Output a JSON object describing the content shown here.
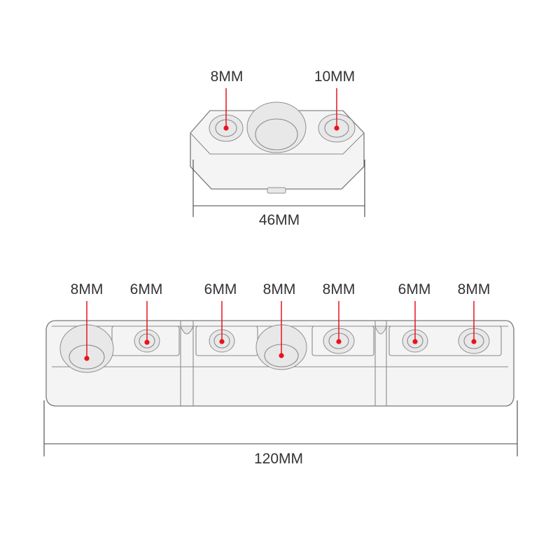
{
  "top_part": {
    "hole_labels": [
      "8MM",
      "10MM"
    ],
    "width_label": "46MM"
  },
  "bottom_part": {
    "hole_labels": [
      "8MM",
      "6MM",
      "6MM",
      "8MM",
      "8MM",
      "6MM",
      "8MM"
    ],
    "length_label": "120MM"
  },
  "colors": {
    "marker": "#e8141c",
    "leader": "#e8141c",
    "outline": "#7a7a7a",
    "dimension": "#444444"
  }
}
